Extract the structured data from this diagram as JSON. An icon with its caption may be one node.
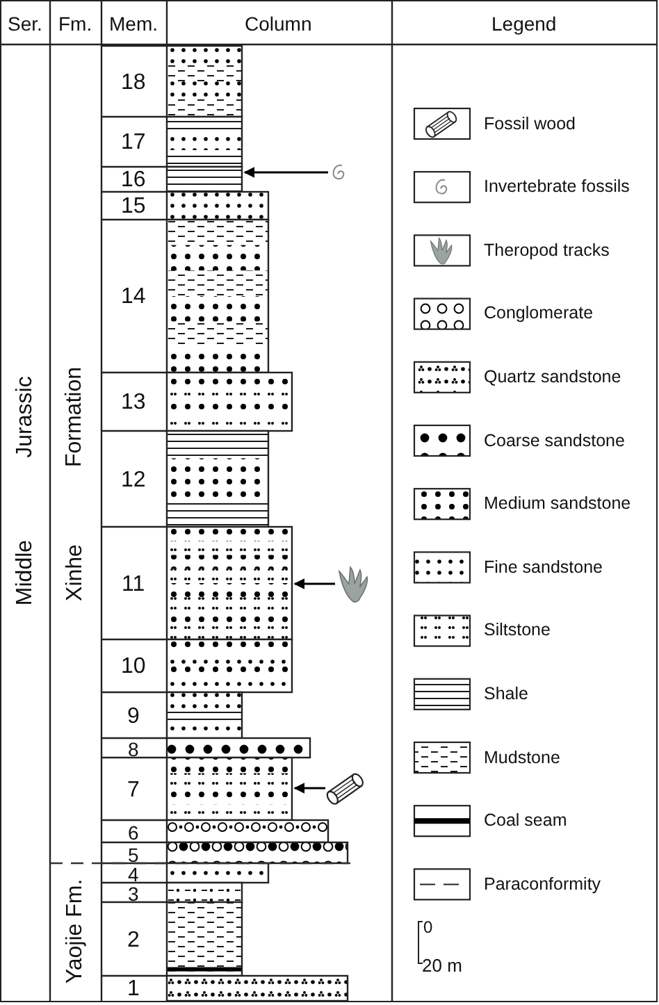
{
  "diagram": {
    "nodes": [
      {
        "text": [],
        "shape": "box"
      },
      {
        "text": [],
        "shape": "box"
      },
      {
        "text": [],
        "shape": "box"
      },
      {
        "text": [],
        "shape": "box"
      },
      {
        "text": [],
        "shape": "box"
      },
      {
        "text": [],
        "shape": "box"
      },
      {
        "text": [],
        "shape": "box"
      },
      {
        "text": [],
        "shape": "box"
      },
      {
        "text": [],
        "shape": "box"
      },
      {
        "text": [],
        "shape": "box"
      },
      {
        "text": [],
        "shape": "box"
      },
      {
        "text": [],
        "shape": "box"
      },
      {
        "text": [],
        "shape": "box"
      },
      {
        "text": [],
        "shape": "box"
      },
      {
        "text": [],
        "shape": "box"
      },
      {
        "text": [],
        "shape": "box"
      },
      {
        "text": [],
        "shape": "box"
      },
      {
        "text": [],
        "shape": "box"
      },
      {
        "text": [],
        "shape": "picture"
      },
      {
        "text": [],
        "shape": "picture"
      },
      {
        "text": [],
        "shape": "picture"
      }
    ],
    "edges": [
      {
        "from": 18,
        "to": 2,
        "arrow": "to"
      },
      {
        "from": 19,
        "to": 7,
        "arrow": "to"
      },
      {
        "from": 20,
        "to": 11,
        "arrow": "to"
      }
    ],
    "labels": [
      "Ser.",
      "Fm.",
      "Mem.",
      "Column",
      "Legend",
      "Middle",
      "Jurassic",
      "Xinhe",
      "Formation",
      "Yaojie Fm.",
      "18",
      "17",
      "16",
      "15",
      "14",
      "13",
      "12",
      "11",
      "10",
      "9",
      "8",
      "7",
      "6",
      "5",
      "4",
      "3",
      "2",
      "1",
      "0",
      "20 m"
    ],
    "legend": [
      {
        "text": "Fossil wood"
      },
      {
        "text": "Invertebrate fossils"
      },
      {
        "text": "Theropod tracks"
      },
      {
        "text": "Conglomerate"
      },
      {
        "text": "Quartz sandstone"
      },
      {
        "text": "Coarse sandstone"
      },
      {
        "text": "Medium sandstone"
      },
      {
        "text": "Fine sandstone"
      },
      {
        "text": "Siltstone"
      },
      {
        "text": "Shale"
      },
      {
        "text": "Mudstone"
      },
      {
        "text": "Coal seam"
      },
      {
        "text": "Paraconformity"
      }
    ]
  }
}
